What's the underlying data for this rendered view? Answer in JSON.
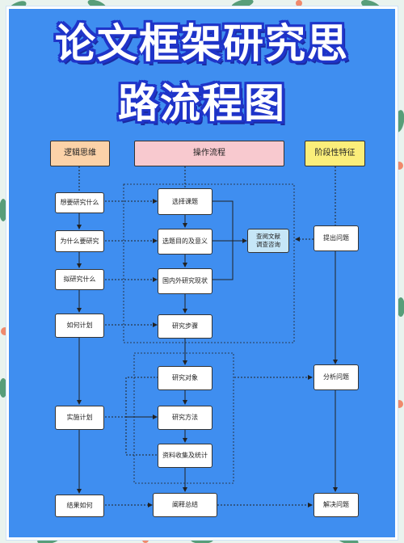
{
  "title": {
    "line1": "论文框架研究思",
    "line2": "路流程图"
  },
  "headers": {
    "logic": "逻辑思维",
    "operation": "操作流程",
    "stage": "阶段性特征"
  },
  "logic_nodes": [
    "想要研究什么",
    "为什么要研究",
    "拟研究什么",
    "如何计划",
    "实施计划",
    "结果如何"
  ],
  "operation_nodes": [
    "选择课题",
    "选题目的及意义",
    "国内外研究现状",
    "研究步骤",
    "研究对象",
    "研究方法",
    "资料收集及统计",
    "阐释总结"
  ],
  "info_node": {
    "line1": "查阅文献",
    "line2": "调查咨询"
  },
  "stage_nodes": [
    "提出问题",
    "分析问题",
    "解决问题"
  ],
  "colors": {
    "card": "#3f8ef0",
    "title_outline": "#1f34c9",
    "header_logic": "#fbd2a8",
    "header_operation": "#f8c9cf",
    "header_stage": "#fbee7a",
    "info_node": "#c6e6f7"
  }
}
